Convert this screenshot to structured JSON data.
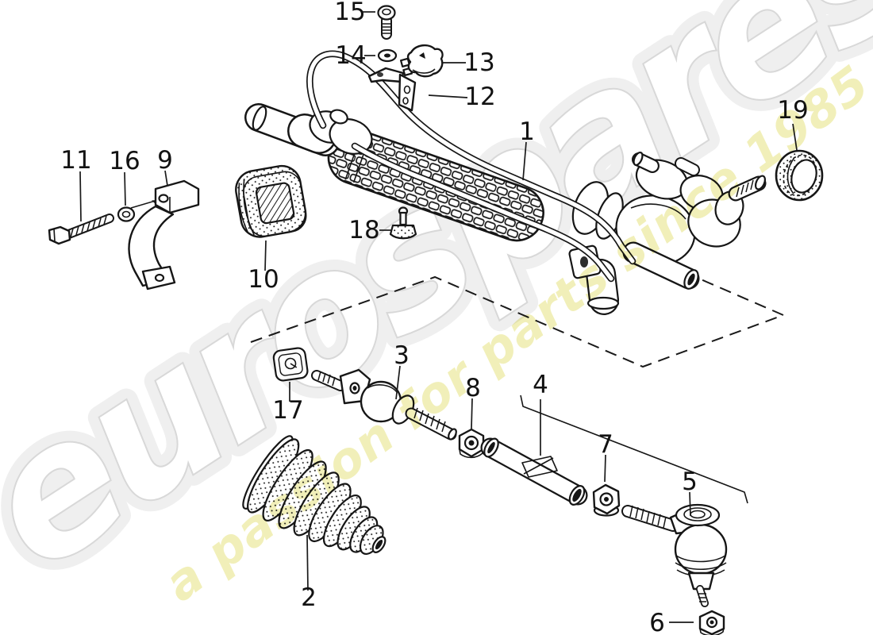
{
  "watermark": {
    "brand": "eurospares",
    "tagline": "a passion for parts since 1985",
    "brand_outline_color": "#d8d8d8",
    "tagline_color": "#e9e68e"
  },
  "linework": {
    "color": "#161616",
    "background": "#ffffff"
  },
  "parts": [
    {
      "number": "1"
    },
    {
      "number": "2"
    },
    {
      "number": "3"
    },
    {
      "number": "4"
    },
    {
      "number": "5"
    },
    {
      "number": "6"
    },
    {
      "number": "7"
    },
    {
      "number": "8"
    },
    {
      "number": "9"
    },
    {
      "number": "10"
    },
    {
      "number": "11"
    },
    {
      "number": "12"
    },
    {
      "number": "13"
    },
    {
      "number": "14"
    },
    {
      "number": "15"
    },
    {
      "number": "16"
    },
    {
      "number": "17"
    },
    {
      "number": "18"
    },
    {
      "number": "19"
    }
  ]
}
